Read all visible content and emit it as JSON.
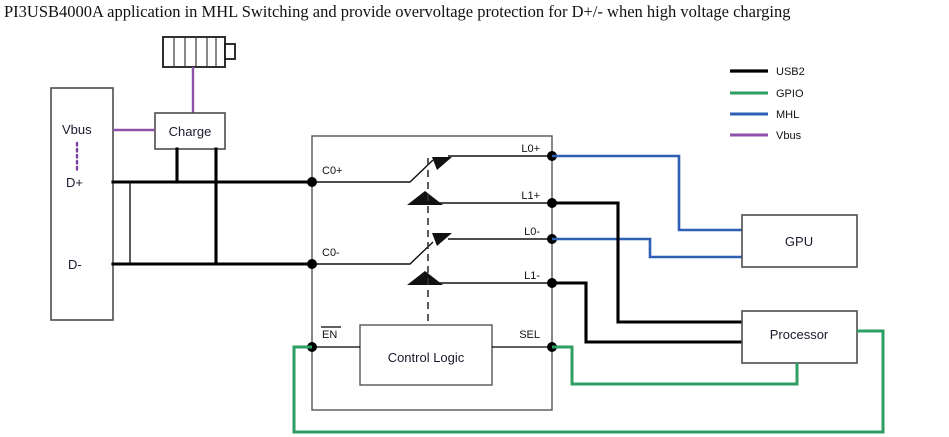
{
  "title": "PI3USB4000A application in MHL Switching and provide overvoltage protection for D+/- when high voltage charging",
  "colors": {
    "usb2": "#000000",
    "gpio": "#2e9e63",
    "mhl": "#2e5fb5",
    "vbus": "#8e52a8",
    "box_stroke": "#4d4d4d",
    "background": "#ffffff"
  },
  "legend": {
    "items": [
      {
        "label": "USB2",
        "color": "#000000"
      },
      {
        "label": "GPIO",
        "color": "#2e9e63"
      },
      {
        "label": "MHL",
        "color": "#2e5fb5"
      },
      {
        "label": "Vbus",
        "color": "#8e52a8"
      }
    ]
  },
  "blocks": {
    "connector": {
      "label": "",
      "pins": [
        "Vbus",
        "D+",
        "D-"
      ]
    },
    "charge": {
      "label": "Charge"
    },
    "battery": {
      "label": "",
      "segments": 5
    },
    "ic": {
      "label": ""
    },
    "control_logic": {
      "label": "Control Logic"
    },
    "gpu": {
      "label": "GPU"
    },
    "processor": {
      "label": "Processor"
    }
  },
  "connector_pins": {
    "vbus": "Vbus",
    "dplus": "D+",
    "dminus": "D-"
  },
  "ic_pins": {
    "left": [
      {
        "name": "C0+",
        "signal": "usb2"
      },
      {
        "name": "C0-",
        "signal": "usb2"
      },
      {
        "name": "EN",
        "signal": "gpio",
        "overline": true
      }
    ],
    "right": [
      {
        "name": "L0+",
        "signal": "mhl"
      },
      {
        "name": "L1+",
        "signal": "usb2"
      },
      {
        "name": "L0-",
        "signal": "mhl"
      },
      {
        "name": "L1-",
        "signal": "usb2"
      },
      {
        "name": "SEL",
        "signal": "gpio"
      }
    ]
  }
}
